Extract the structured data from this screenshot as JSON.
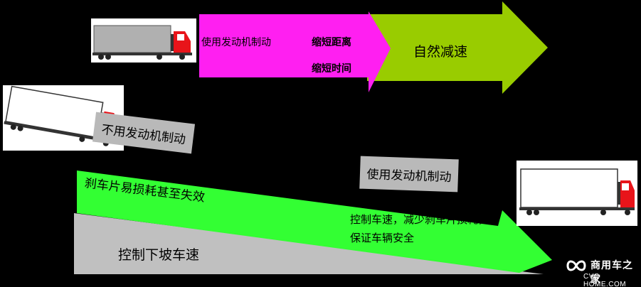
{
  "top_arrow": {
    "magenta_label": "使用发动机制动",
    "shorten_distance": "缩短距离",
    "shorten_time": "缩短时间",
    "green_label": "自然减速"
  },
  "middle": {
    "no_engine_brake": "不用发动机制动",
    "use_engine_brake": "使用发动机制动"
  },
  "bottom_arrow": {
    "brake_wear": "刹车片易损耗甚至失效",
    "control_line1": "控制车速，减少刹车片损耗，",
    "control_line2": "保证车辆安全",
    "gray_label": "控制下坡车速"
  },
  "logo": {
    "cn": "商用车之家",
    "en": "CVC HOME.COM"
  },
  "colors": {
    "magenta": "#ff1ff1",
    "olive_green": "#99cc00",
    "bright_green": "#33ff33",
    "gray": "#c0c0c0",
    "truck_red": "#e8141a"
  }
}
